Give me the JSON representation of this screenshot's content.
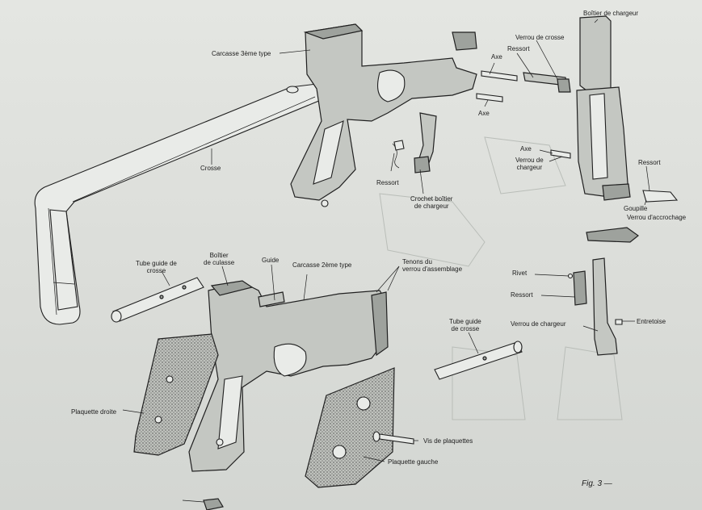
{
  "figure": {
    "caption": "Fig. 3 —"
  },
  "labels": {
    "carcasse3": "Carcasse 3ème type",
    "crosse": "Crosse",
    "ressort_top": "Ressort",
    "crochet": "Crochet boîtier\nde chargeur",
    "axe_top": "Axe",
    "ressort_top2": "Ressort",
    "verrou_crosse": "Verrou de crosse",
    "axe_mid": "Axe",
    "boitier_chargeur": "Boîtier de chargeur",
    "axe_verrou": "Axe",
    "verrou_chargeur_top": "Verrou de\nchargeur",
    "ressort_right": "Ressort",
    "goupille": "Goupille",
    "verrou_accrochage": "Verrou d'accrochage",
    "tube_guide_left": "Tube guide de\ncrosse",
    "boitier_culasse": "Boîtier\nde culasse",
    "guide": "Guide",
    "carcasse2": "Carcasse 2ème type",
    "tenons": "Tenons du\nverrou d'assemblage",
    "rivet": "Rivet",
    "ressort_bottom": "Ressort",
    "entretoise": "Entretoise",
    "verrou_chargeur_bottom": "Verrou de chargeur",
    "tube_guide_right": "Tube guide\nde crosse",
    "plaquette_droite": "Plaquette droite",
    "vis_plaquettes": "Vis de plaquettes",
    "plaquette_gauche": "Plaquette gauche"
  },
  "icons": [
    "exploded-assembly-drawing"
  ]
}
